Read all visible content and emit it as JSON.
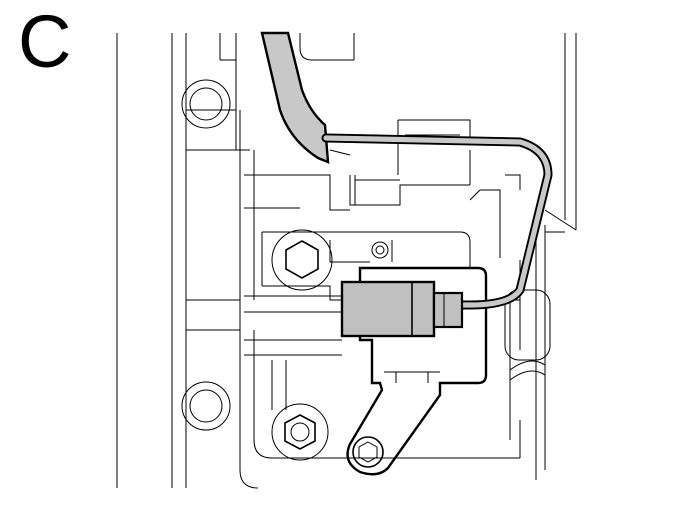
{
  "figure": {
    "panel_label": "C"
  },
  "colors": {
    "line": "#000000",
    "connector_fill": "#c0c0c0",
    "harness_fill": "#c8c8c8",
    "background": "#ffffff"
  },
  "parts": [
    "valve-body-plate",
    "wire-harness",
    "solenoid-connector",
    "solenoid-bracket",
    "bracket-bolt",
    "hex-bolt"
  ]
}
